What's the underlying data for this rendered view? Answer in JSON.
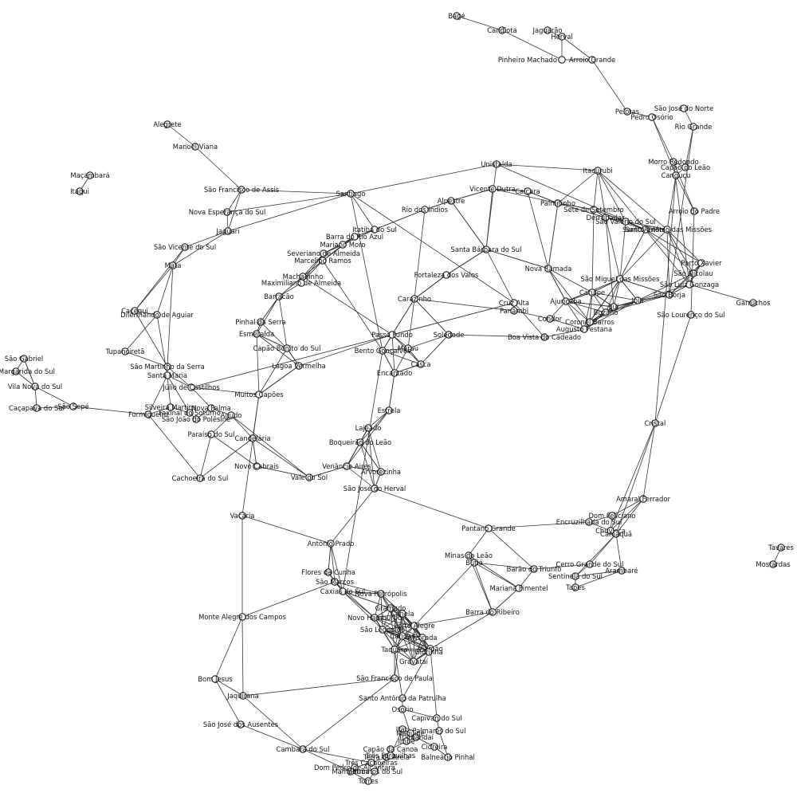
{
  "diagram": {
    "type": "network-graph",
    "colors": {
      "node_fill": "#ffffff",
      "node_stroke": "#1a1a1a",
      "edge": "#333333",
      "label": "#111111"
    },
    "nodes": [
      {
        "id": "bage",
        "label": "Bagé"
      },
      {
        "id": "candiota",
        "label": "Candiota"
      },
      {
        "id": "jaguarao",
        "label": "Jaguarão"
      },
      {
        "id": "herval",
        "label": "Herval"
      },
      {
        "id": "pinheiro_machado",
        "label": "Pinheiro Machado"
      },
      {
        "id": "arroio_grande",
        "label": "Arroio Grande"
      },
      {
        "id": "pelotas_n",
        "label": "Pelotas"
      },
      {
        "id": "pedro_osorio",
        "label": "Pedro Osório"
      },
      {
        "id": "sao_jose_norte",
        "label": "São José do Norte"
      },
      {
        "id": "rio_grande",
        "label": "Rio Grande"
      },
      {
        "id": "capao_leao",
        "label": "Capão do Leão"
      },
      {
        "id": "morro_redondo",
        "label": "Morro Redondo"
      },
      {
        "id": "canguçu",
        "label": "Canguçu"
      },
      {
        "id": "arroio_padre",
        "label": "Arroio do Padre"
      },
      {
        "id": "alegrete",
        "label": "Alegrete"
      },
      {
        "id": "manoel_viana",
        "label": "Manoel Viana"
      },
      {
        "id": "macambara",
        "label": "Maçambará"
      },
      {
        "id": "itaqui",
        "label": "Itaqui"
      },
      {
        "id": "sao_francisco_assis",
        "label": "São Francisco de Assis"
      },
      {
        "id": "santiago",
        "label": "Santiago"
      },
      {
        "id": "unistalda",
        "label": "Unistalda"
      },
      {
        "id": "itacurubi",
        "label": "Itacurubi"
      },
      {
        "id": "nova_esperanca",
        "label": "Nova Esperança do Sul"
      },
      {
        "id": "jaguari",
        "label": "Jaguari"
      },
      {
        "id": "sao_vicente",
        "label": "São Vicente do Sul"
      },
      {
        "id": "mata",
        "label": "Mata"
      },
      {
        "id": "dilermando",
        "label": "Dilermando de Aguiar"
      },
      {
        "id": "cacequi",
        "label": "Cacequi"
      },
      {
        "id": "tupancireta",
        "label": "Tupanciretã"
      },
      {
        "id": "sao_gabriel",
        "label": "São Gabriel"
      },
      {
        "id": "santa_margarida",
        "label": "Santa Margarida do Sul"
      },
      {
        "id": "vila_nova",
        "label": "Vila Nova do Sul"
      },
      {
        "id": "cacapava",
        "label": "Caçapava do Sul"
      },
      {
        "id": "sao_sepe",
        "label": "São Sepé"
      },
      {
        "id": "formigueiro",
        "label": "Formigueiro"
      },
      {
        "id": "sao_martinho",
        "label": "São Martinho da Serra"
      },
      {
        "id": "santa_maria",
        "label": "Santa Maria"
      },
      {
        "id": "julio_castilhos",
        "label": "Júlio de Castilhos"
      },
      {
        "id": "silveira_martins",
        "label": "Silveira Martins"
      },
      {
        "id": "faxinal",
        "label": "Faxinal do Soturno"
      },
      {
        "id": "sao_joao_polesine",
        "label": "São João do Polêsine"
      },
      {
        "id": "nova_palma",
        "label": "Nova Palma"
      },
      {
        "id": "agudo",
        "label": "Agudo"
      },
      {
        "id": "paraiso_sul",
        "label": "Paraíso do Sul"
      },
      {
        "id": "cachoeira_sul",
        "label": "Cachoeira do Sul"
      },
      {
        "id": "novo_cabrais",
        "label": "Novo Cabrais"
      },
      {
        "id": "candelaria",
        "label": "Candelária"
      },
      {
        "id": "vale_sol",
        "label": "Vale do Sol"
      },
      {
        "id": "vacaria",
        "label": "Vacaria"
      },
      {
        "id": "monte_alegre",
        "label": "Monte Alegre dos Campos"
      },
      {
        "id": "bom_jesus",
        "label": "Bom Jesus"
      },
      {
        "id": "jaquirana",
        "label": "Jaquirana"
      },
      {
        "id": "sao_jose_ausentes",
        "label": "São José dos Ausentes"
      },
      {
        "id": "cambara",
        "label": "Cambará do Sul"
      },
      {
        "id": "muitos_capoes",
        "label": "Muitos Capões"
      },
      {
        "id": "lagoa_vermelha",
        "label": "Lagoa Vermelha"
      },
      {
        "id": "capao_bonito",
        "label": "Capão Bonito do Sul"
      },
      {
        "id": "esmeralda",
        "label": "Esmeralda"
      },
      {
        "id": "pinhal_serra",
        "label": "Pinhal da Serra"
      },
      {
        "id": "barracao",
        "label": "Barracão"
      },
      {
        "id": "machadinho",
        "label": "Machadinho"
      },
      {
        "id": "maximiliano",
        "label": "Maximiliano de Almeida"
      },
      {
        "id": "marcelino_ramos",
        "label": "Marcelino Ramos"
      },
      {
        "id": "severiano",
        "label": "Severiano de Almeida"
      },
      {
        "id": "mariano_moro",
        "label": "Mariano Moro"
      },
      {
        "id": "barra_rio_azul",
        "label": "Barra do Rio Azul"
      },
      {
        "id": "itatiba",
        "label": "Itatiba do Sul"
      },
      {
        "id": "rio_varzea",
        "label": "Rio dos Índios"
      },
      {
        "id": "alpestre",
        "label": "Alpestre"
      },
      {
        "id": "vicente_dutra",
        "label": "Vicente Dutra"
      },
      {
        "id": "caicara",
        "label": "Caiçara"
      },
      {
        "id": "palmitinho",
        "label": "Palmitinho"
      },
      {
        "id": "sete_sul",
        "label": "Sete de Setembro"
      },
      {
        "id": "derrubadas",
        "label": "Derrubadas"
      },
      {
        "id": "sao_valerio",
        "label": "São Valério do Sul"
      },
      {
        "id": "santo_cristo",
        "label": "Santo Cristo"
      },
      {
        "id": "porto_xavier",
        "label": "Porto Xavier"
      },
      {
        "id": "sao_nicolau",
        "label": "São Nicolau"
      },
      {
        "id": "santo_angelo",
        "label": "Santo Antônio das Missões"
      },
      {
        "id": "sao_miguel",
        "label": "São Miguel das Missões"
      },
      {
        "id": "sao_luiz",
        "label": "São Luiz Gonzaga"
      },
      {
        "id": "garruchos",
        "label": "Garruchos"
      },
      {
        "id": "sao_borja",
        "label": "São Borja"
      },
      {
        "id": "sao_lourenco",
        "label": "São Lourenço do Sul"
      },
      {
        "id": "nova_ramada",
        "label": "Nova Ramada"
      },
      {
        "id": "ajuricaba",
        "label": "Ajuricaba"
      },
      {
        "id": "catuipe",
        "label": "Catuípe"
      },
      {
        "id": "ijui",
        "label": "Ijuí"
      },
      {
        "id": "bozano",
        "label": "Bozano"
      },
      {
        "id": "cruz_alta",
        "label": "Cruz Alta"
      },
      {
        "id": "panambi",
        "label": "Panambi"
      },
      {
        "id": "boa_vista_cadeado",
        "label": "Boa Vista do Cadeado"
      },
      {
        "id": "augusto_pestana",
        "label": "Augusto Pestana"
      },
      {
        "id": "joia",
        "label": "Jóia"
      },
      {
        "id": "coronel_barros",
        "label": "Coronel Barros"
      },
      {
        "id": "condor",
        "label": "Condor"
      },
      {
        "id": "santa_barbara",
        "label": "Santa Bárbara do Sul"
      },
      {
        "id": "fortaleza_valos",
        "label": "Fortaleza dos Valos"
      },
      {
        "id": "carazinho",
        "label": "Carazinho"
      },
      {
        "id": "passo_fundo",
        "label": "Passo Fundo"
      },
      {
        "id": "marau",
        "label": "Marau"
      },
      {
        "id": "casca",
        "label": "Casca"
      },
      {
        "id": "soledade",
        "label": "Soledade"
      },
      {
        "id": "sao_jose_herval",
        "label": "São José do Herval"
      },
      {
        "id": "arvorezinha",
        "label": "Arvorezinha"
      },
      {
        "id": "boqueirao",
        "label": "Boqueirão do Leão"
      },
      {
        "id": "venancio_aires",
        "label": "Venâncio Aires"
      },
      {
        "id": "lajeado",
        "label": "Lajeado"
      },
      {
        "id": "estrela",
        "label": "Estrela"
      },
      {
        "id": "encantado",
        "label": "Encantado"
      },
      {
        "id": "bento",
        "label": "Bento Gonçalves"
      },
      {
        "id": "caxias",
        "label": "Caxias do Sul"
      },
      {
        "id": "flores_cunha",
        "label": "Flores da Cunha"
      },
      {
        "id": "sao_marcos",
        "label": "São Marcos"
      },
      {
        "id": "antonio_prado",
        "label": "Antônio Prado"
      },
      {
        "id": "gramado",
        "label": "Gramado"
      },
      {
        "id": "canela",
        "label": "Canela"
      },
      {
        "id": "nova_petropolis",
        "label": "Nova Petrópolis"
      },
      {
        "id": "sao_francisco_paula",
        "label": "São Francisco de Paula"
      },
      {
        "id": "taquara",
        "label": "Taquara"
      },
      {
        "id": "novo_hamburgo",
        "label": "Novo Hamburgo"
      },
      {
        "id": "sao_leopoldo",
        "label": "São Leopoldo"
      },
      {
        "id": "canoas",
        "label": "Canoas"
      },
      {
        "id": "porto_alegre",
        "label": "Porto Alegre"
      },
      {
        "id": "viamao",
        "label": "Viamão"
      },
      {
        "id": "alvorada",
        "label": "Alvorada"
      },
      {
        "id": "gravatai",
        "label": "Gravataí"
      },
      {
        "id": "glorinha",
        "label": "Glorinha"
      },
      {
        "id": "santo_antonio_patrulha",
        "label": "Santo Antônio da Patrulha"
      },
      {
        "id": "osorio",
        "label": "Osório"
      },
      {
        "id": "capivari",
        "label": "Capivari do Sul"
      },
      {
        "id": "palmares",
        "label": "Palmares do Sul"
      },
      {
        "id": "balneario_pinhal",
        "label": "Balneário Pinhal"
      },
      {
        "id": "cidreira",
        "label": "Cidreira"
      },
      {
        "id": "tramandai",
        "label": "Tramandaí"
      },
      {
        "id": "imbe",
        "label": "Imbé"
      },
      {
        "id": "capao_canoa",
        "label": "Capão da Canoa"
      },
      {
        "id": "terra_areia",
        "label": "Terra de Areia"
      },
      {
        "id": "tres_cachoeiras",
        "label": "Três Cachoeiras"
      },
      {
        "id": "dom_pedro",
        "label": "Dom Pedro de Alcântara"
      },
      {
        "id": "mampituba",
        "label": "Mampituba"
      },
      {
        "id": "morrinhos",
        "label": "Morrinhos do Sul"
      },
      {
        "id": "torres",
        "label": "Torres"
      },
      {
        "id": "tres_forquilhas",
        "label": "Três Forquilhas"
      },
      {
        "id": "itati",
        "label": "Itati"
      },
      {
        "id": "maquine",
        "label": "Maquiné"
      },
      {
        "id": "pantano_grande",
        "label": "Pantano Grande"
      },
      {
        "id": "minas_leao",
        "label": "Minas do Leão"
      },
      {
        "id": "butia",
        "label": "Butiá"
      },
      {
        "id": "barao_triunfo",
        "label": "Barão do Triunfo"
      },
      {
        "id": "cerro_grande_sul",
        "label": "Cerro Grande do Sul"
      },
      {
        "id": "sentinela",
        "label": "Sentinela do Sul"
      },
      {
        "id": "tapes",
        "label": "Tapes"
      },
      {
        "id": "arambare",
        "label": "Arambaré"
      },
      {
        "id": "mariana_pimentel",
        "label": "Mariana Pimentel"
      },
      {
        "id": "barra_ribeiro",
        "label": "Barra do Ribeiro"
      },
      {
        "id": "encruzilhada",
        "label": "Encruzilhada do Sul"
      },
      {
        "id": "dom_feliciano",
        "label": "Dom Feliciano"
      },
      {
        "id": "chuvisca",
        "label": "Chuvisca"
      },
      {
        "id": "camaqua",
        "label": "Camaquã"
      },
      {
        "id": "amaral_ferrador",
        "label": "Amaral Ferrador"
      },
      {
        "id": "cristal",
        "label": "Cristal"
      },
      {
        "id": "tavares",
        "label": "Tavares"
      },
      {
        "id": "mostardas",
        "label": "Mostardas"
      }
    ]
  }
}
